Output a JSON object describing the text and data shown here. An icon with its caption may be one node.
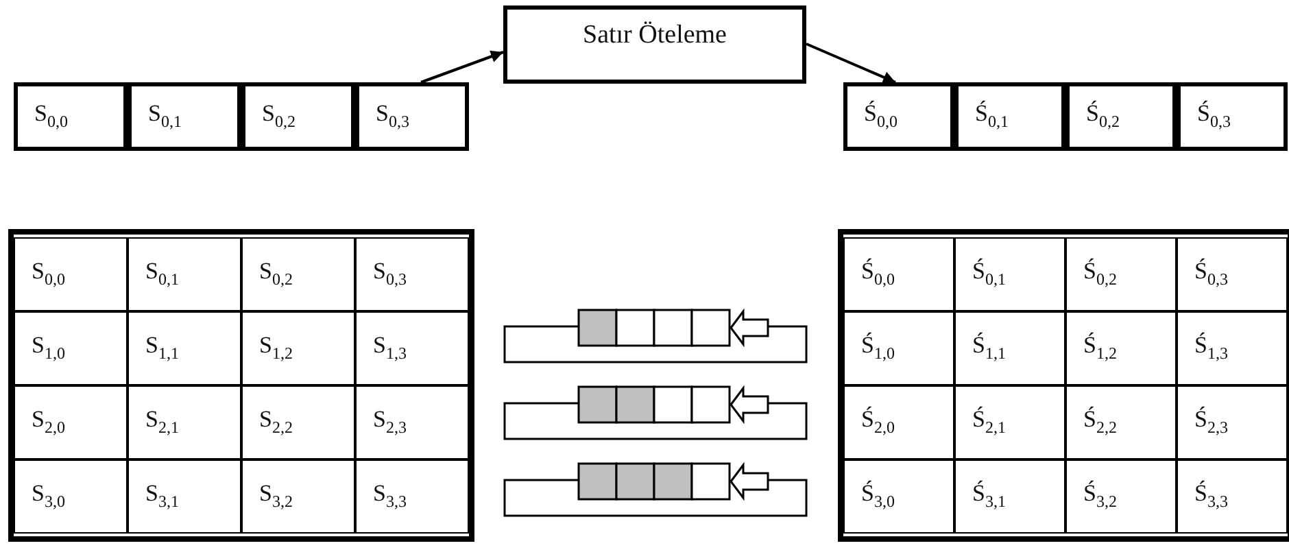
{
  "diagram": {
    "nodes": [
      {
        "text": [
          "S$_{0,0}$"
        ]
      },
      {
        "text": [
          "S$_{0,1}$"
        ]
      },
      {
        "text": [
          "S$_{0,2}$"
        ]
      },
      {
        "text": [
          "S$_{0,3}$"
        ]
      },
      {
        "text": [
          "Satır Öteleme"
        ]
      },
      {
        "text": [
          "Ś$_{0,0}$"
        ]
      },
      {
        "text": [
          "Ś$_{0,1}$"
        ]
      },
      {
        "text": [
          "Ś$_{0,2}$"
        ]
      },
      {
        "text": [
          "Ś$_{0,3}$"
        ]
      },
      {
        "text": [
          "S$_{0,0}$"
        ]
      },
      {
        "text": [
          "S$_{0,1}$"
        ]
      },
      {
        "text": [
          "S$_{0,2}$"
        ]
      },
      {
        "text": [
          "S$_{0,3}$"
        ]
      },
      {
        "text": [
          "S$_{1,0}$"
        ]
      },
      {
        "text": [
          "S$_{1,1}$"
        ]
      },
      {
        "text": [
          "S$_{1,2}$"
        ]
      },
      {
        "text": [
          "S$_{1,3}$"
        ]
      },
      {
        "text": [
          "S$_{2,0}$"
        ]
      },
      {
        "text": [
          "S$_{2,1}$"
        ]
      },
      {
        "text": [
          "S$_{2,2}$"
        ]
      },
      {
        "text": [
          "S$_{2,3}$"
        ]
      },
      {
        "text": [
          "S$_{3,0}$"
        ]
      },
      {
        "text": [
          "S$_{3,1}$"
        ]
      },
      {
        "text": [
          "S$_{3,2}$"
        ]
      },
      {
        "text": [
          "S$_{3,3}$"
        ]
      },
      {
        "text": [
          "Ś$_{0,0}$"
        ]
      },
      {
        "text": [
          "Ś$_{0,1}$"
        ]
      },
      {
        "text": [
          "Ś$_{0,2}$"
        ]
      },
      {
        "text": [
          "Ś$_{0,3}$"
        ]
      },
      {
        "text": [
          "Ś$_{1,0}$"
        ]
      },
      {
        "text": [
          "Ś$_{1,1}$"
        ]
      },
      {
        "text": [
          "Ś$_{1,2}$"
        ]
      },
      {
        "text": [
          "Ś$_{1,3}$"
        ]
      },
      {
        "text": [
          "Ś$_{2,0}$"
        ]
      },
      {
        "text": [
          "Ś$_{2,1}$"
        ]
      },
      {
        "text": [
          "Ś$_{2,2}$"
        ]
      },
      {
        "text": [
          "Ś$_{2,3}$"
        ]
      },
      {
        "text": [
          "Ś$_{3,0}$"
        ]
      },
      {
        "text": [
          "Ś$_{3,1}$"
        ]
      },
      {
        "text": [
          "Ś$_{3,2}$"
        ]
      },
      {
        "text": [
          "Ś$_{3,3}$"
        ]
      }
    ],
    "edges": [
      {
        "from": 3,
        "to": 4,
        "arrow": "to"
      },
      {
        "from": 4,
        "to": 5,
        "arrow": "to"
      }
    ]
  }
}
